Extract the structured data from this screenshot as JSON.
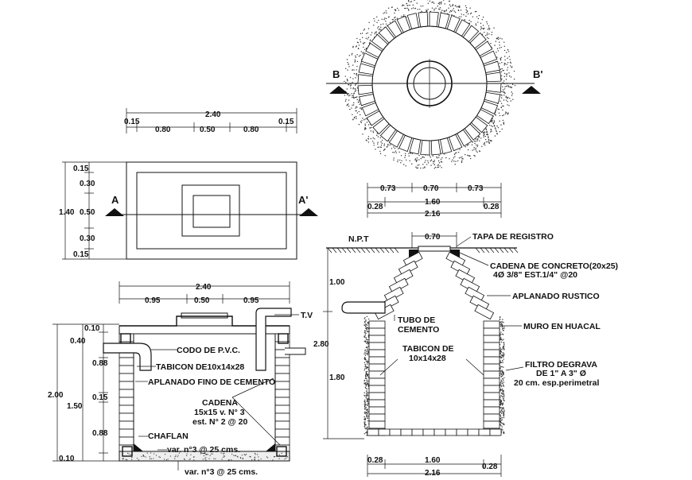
{
  "plan_top": {
    "section_left": "B",
    "section_right": "B'"
  },
  "plan_rect": {
    "overall_width": "2.40",
    "width_parts": [
      "0.15",
      "0.80",
      "0.50",
      "0.80",
      "0.15"
    ],
    "overall_height": "1.40",
    "height_parts": [
      "0.15",
      "0.30",
      "0.50",
      "0.30",
      "0.15"
    ],
    "section_left": "A",
    "section_right": "A'"
  },
  "section_a": {
    "overall_width": "2.40",
    "width_parts": [
      "0.95",
      "0.50",
      "0.95"
    ],
    "overall_height": "2.00",
    "height_parts_outer": [
      "1.50"
    ],
    "height_parts_inner": [
      "0.10",
      "0.40",
      "0.88",
      "0.15",
      "0.88",
      "0.10"
    ],
    "labels": {
      "tv": "T.V",
      "codo": "CODO DE P.V.C.",
      "tabicon": "TABICON DE10x14x28",
      "aplanado": "APLANADO FINO DE CEMENTO",
      "cadena_1": "CADENA",
      "cadena_2": "15x15 v. N° 3",
      "cadena_3": "est. N° 2 @ 20",
      "chaflan": "CHAFLAN",
      "var_top": "var. n°3 @ 25 cms.",
      "var_bottom": "var. n°3 @ 25 cms."
    }
  },
  "section_b": {
    "top_parts": [
      "0.73",
      "0.70",
      "0.73"
    ],
    "mid_parts": [
      "0.28",
      "1.60",
      "0.28"
    ],
    "mid_total": "2.16",
    "bottom_parts": [
      "0.28",
      "1.60",
      "0.28"
    ],
    "bottom_total": "2.16",
    "cover_width": "0.70",
    "npt": "N.P.T",
    "overall_height": "2.80",
    "height_parts": [
      "1.00",
      "1.80"
    ],
    "labels": {
      "tapa": "TAPA DE REGISTRO",
      "cadena_1": "CADENA DE CONCRETO(20x25)",
      "cadena_2": "4Ø 3/8\"  EST.1/4\" @20",
      "aplanado": "APLANADO RUSTICO",
      "tubo_1": "TUBO DE",
      "tubo_2": "CEMENTO",
      "muro": "MURO EN HUACAL",
      "tabicon_1": "TABICON DE",
      "tabicon_2": "10x14x28",
      "filtro_1": "FILTRO DEGRAVA",
      "filtro_2": "DE 1\" A 3\" Ø",
      "filtro_3": "20 cm. esp.perimetral"
    }
  }
}
